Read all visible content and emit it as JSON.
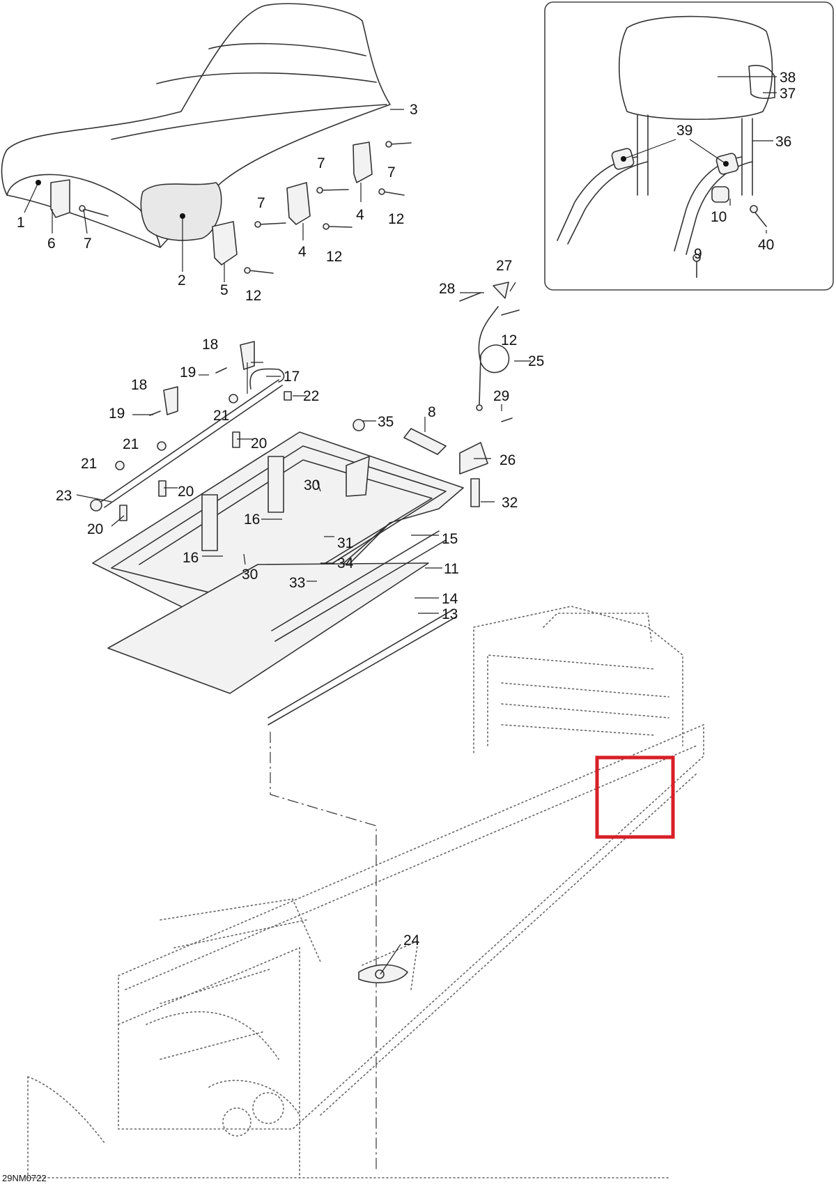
{
  "figure": {
    "code": "29NM0722",
    "highlight_color": "#d81f26"
  },
  "callouts": {
    "c1": "1",
    "c2": "2",
    "c3": "3",
    "c4a": "4",
    "c4b": "4",
    "c5": "5",
    "c6": "6",
    "c7a": "7",
    "c7b": "7",
    "c7c": "7",
    "c7d": "7",
    "c8": "8",
    "c9": "9",
    "c10": "10",
    "c11": "11",
    "c12a": "12",
    "c12b": "12",
    "c12c": "12",
    "c12d": "12",
    "c13": "13",
    "c14": "14",
    "c15": "15",
    "c16a": "16",
    "c16b": "16",
    "c17": "17",
    "c18a": "18",
    "c18b": "18",
    "c19a": "19",
    "c19b": "19",
    "c20a": "20",
    "c20b": "20",
    "c20c": "20",
    "c21a": "21",
    "c21b": "21",
    "c21c": "21",
    "c22": "22",
    "c23": "23",
    "c24": "24",
    "c25": "25",
    "c26": "26",
    "c27": "27",
    "c28": "28",
    "c29": "29",
    "c30a": "30",
    "c30b": "30",
    "c31": "31",
    "c32": "32",
    "c33": "33",
    "c34": "34",
    "c35": "35",
    "c36": "36",
    "c37": "37",
    "c38": "38",
    "c39": "39",
    "c40": "40"
  }
}
